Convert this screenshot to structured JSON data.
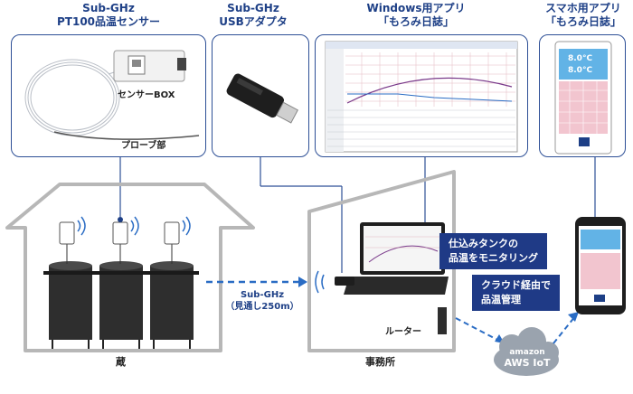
{
  "panels": {
    "sensor": {
      "title_line1": "Sub-GHz",
      "title_line2": "PT100品温センサー",
      "box_label": "センサーBOX",
      "probe_label": "プローブ部"
    },
    "usb": {
      "title_line1": "Sub-GHz",
      "title_line2": "USBアダプタ"
    },
    "windows": {
      "title_line1": "Windows用アプリ",
      "title_line2": "「もろみ日誌」"
    },
    "phone": {
      "title_line1": "スマホ用アプリ",
      "title_line2": "「もろみ日誌」",
      "reading1": "8.0°C",
      "reading2": "8.0°C"
    }
  },
  "scene": {
    "brewery_label": "蔵",
    "office_label": "事務所",
    "link_label_line1": "Sub-GHz",
    "link_label_line2": "（見通し250m）",
    "router_label": "ルーター",
    "callout1_line1": "仕込みタンクの",
    "callout1_line2": "品温をモニタリング",
    "callout2_line1": "クラウド経由で",
    "callout2_line2": "品温管理",
    "cloud_line1": "amazon",
    "cloud_line2": "AWS IoT"
  },
  "colors": {
    "brand_blue": "#1d3f86",
    "link_blue": "#2a6cc4",
    "tank": "#2e2e2e",
    "cloud": "#9aa3ae"
  }
}
